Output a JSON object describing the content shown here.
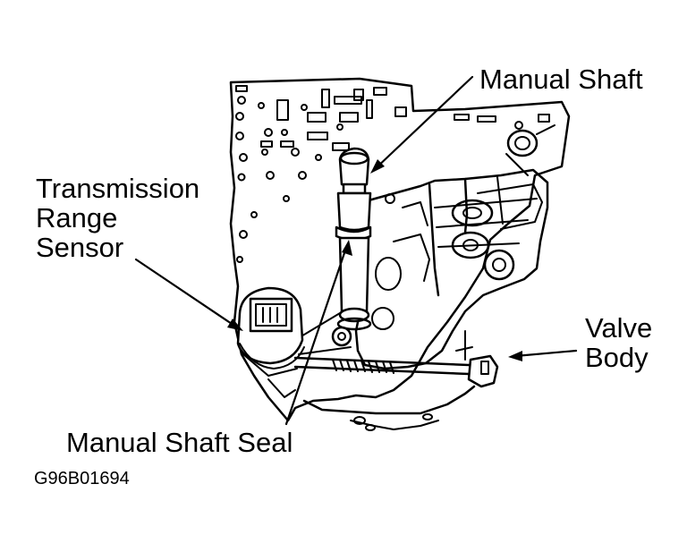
{
  "labels": {
    "manual_shaft": "Manual Shaft",
    "trs_line1": "Transmission",
    "trs_line2": "Range",
    "trs_line3": "Sensor",
    "valve_line1": "Valve",
    "valve_line2": "Body",
    "manual_shaft_seal": "Manual Shaft Seal"
  },
  "figure_code": "G96B01694",
  "colors": {
    "ink": "#000000",
    "paper": "#ffffff"
  }
}
